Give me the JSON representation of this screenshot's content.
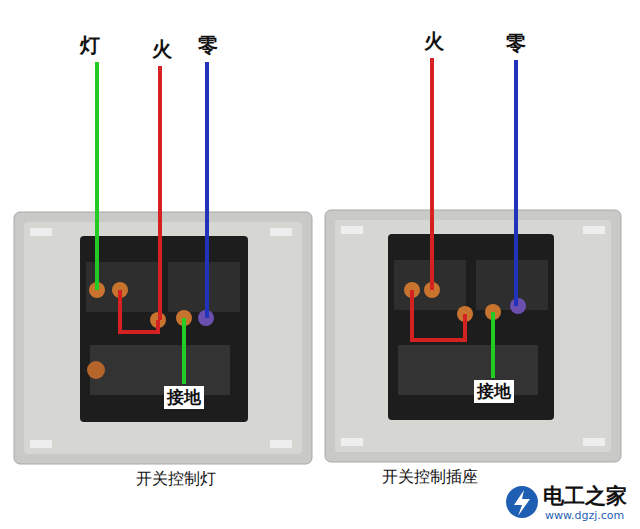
{
  "diagram": {
    "nodes": [
      {
        "text": [
          "接地"
        ]
      },
      {
        "text": [
          "开关控制灯"
        ]
      },
      {
        "text": [
          "接地"
        ]
      },
      {
        "text": [
          "开关控制插座"
        ]
      }
    ],
    "labels": [
      "灯",
      "火",
      "零",
      "火",
      "零",
      "电工之家",
      "www.dgzj.com"
    ]
  }
}
